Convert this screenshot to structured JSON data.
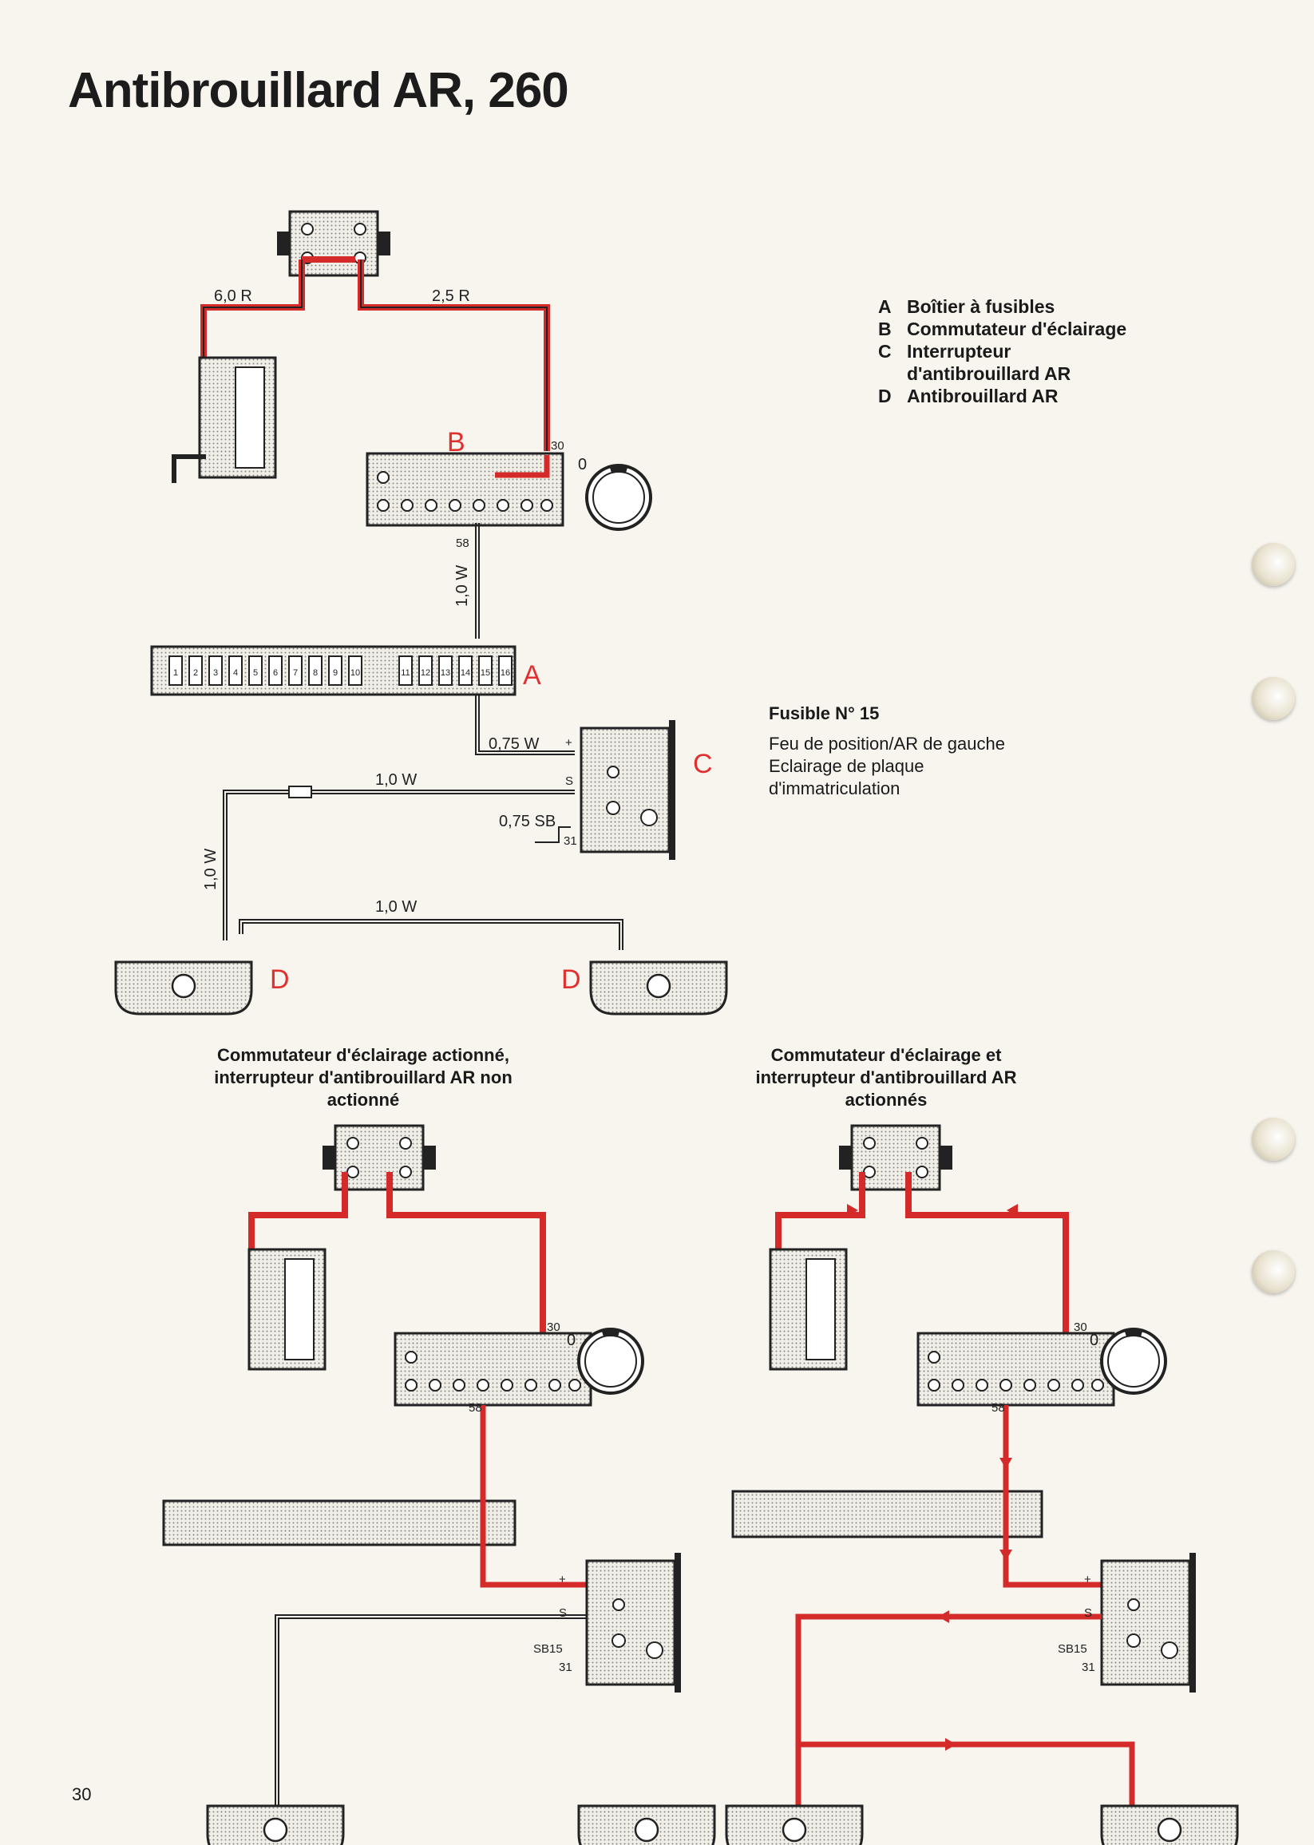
{
  "title": "Antibrouillard AR, 260",
  "legend": [
    {
      "key": "A",
      "text": "Boîtier à fusibles"
    },
    {
      "key": "B",
      "text": "Commutateur d'éclairage"
    },
    {
      "key": "C",
      "text": "Interrupteur"
    },
    {
      "key": "",
      "text": "d'antibrouillard AR"
    },
    {
      "key": "D",
      "text": "Antibrouillard AR"
    }
  ],
  "fuse_note": {
    "heading": "Fusible N° 15",
    "lines": [
      "Feu de position/AR de gauche",
      "Eclairage de plaque",
      "d'immatriculation"
    ]
  },
  "component_labels": {
    "a": "A",
    "b": "B",
    "c": "C",
    "d": "D"
  },
  "wire_labels": {
    "w1": "6,0 R",
    "w2": "2,5 R",
    "w3": "1,0 W",
    "w4": "0,75 W",
    "w5": "1,0 W",
    "w6": "1,0 W",
    "w7": "1,0 W",
    "w8": "0,75 SB"
  },
  "terminals": {
    "t30": "30",
    "t58": "58",
    "tplus": "+",
    "ts": "S",
    "t31": "31",
    "tsb15": "SB15",
    "tzero": "0"
  },
  "fuses": [
    "1",
    "2",
    "3",
    "4",
    "5",
    "6",
    "7",
    "8",
    "9",
    "10",
    "11",
    "12",
    "13",
    "14",
    "15",
    "16"
  ],
  "captions": {
    "left": [
      "Commutateur d'éclairage actionné,",
      "interrupteur d'antibrouillard AR non",
      "actionné"
    ],
    "right": [
      "Commutateur d'éclairage et",
      "interrupteur d'antibrouillard AR",
      "actionnés"
    ]
  },
  "page_number": "30",
  "reference": "129797",
  "colors": {
    "live": "#d42a2a",
    "wire": "#222222",
    "label_red": "#e03030"
  }
}
